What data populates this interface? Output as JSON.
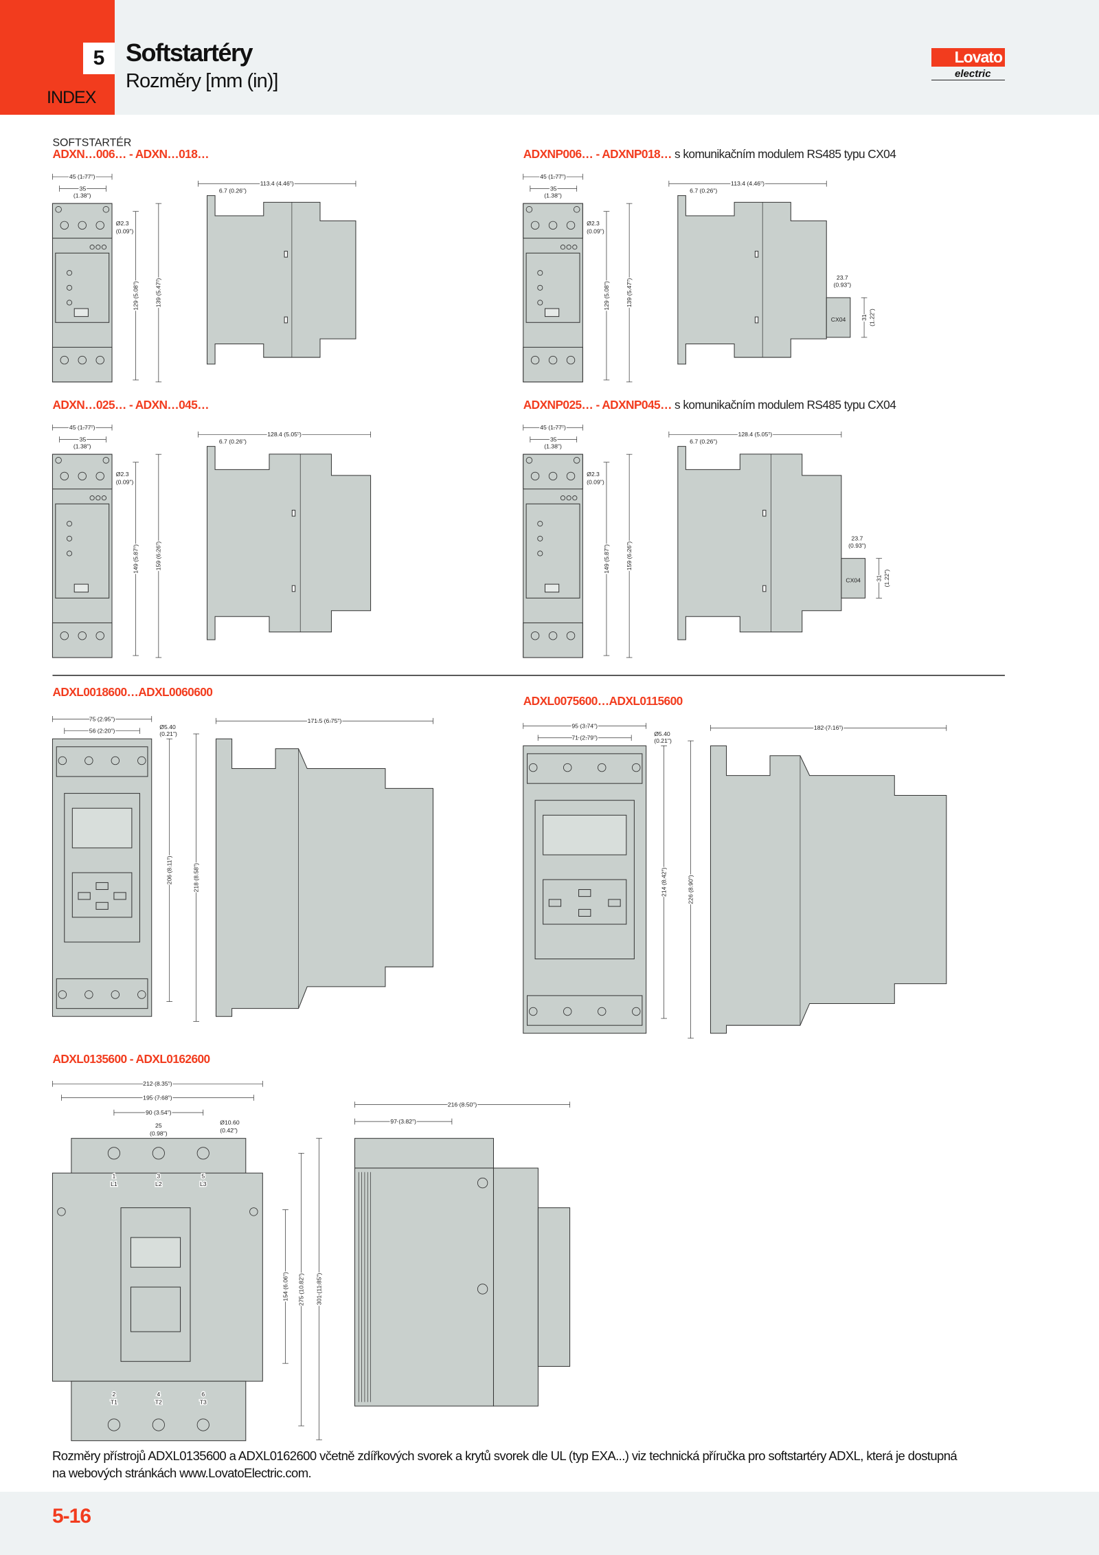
{
  "header": {
    "section_number": "5",
    "title": "Softstartéry",
    "subtitle": "Rozměry [mm (in)]",
    "index_label": "INDEX",
    "logo_brand": "Lovato",
    "logo_sub": "electric"
  },
  "category_label": "SOFTSTARTÉR",
  "sections": [
    {
      "title_red": "ADXN…006… - ADXN…018…",
      "title_black": "",
      "dims": {
        "w_total": "45 (1.77\")",
        "w_mount": "35",
        "w_mount_in": "(1.38\")",
        "hole": "Ø2.3",
        "hole_in": "(0.09\")",
        "h_mount": "129 (5.08\")",
        "h_total": "139 (5.47\")",
        "depth": "113.4 (4.46\")",
        "rail": "6.7 (0.26\")"
      }
    },
    {
      "title_red": "ADXNP006… - ADXNP018…",
      "title_black": " s komunikačním modulem RS485 typu CX04",
      "module": "CX04",
      "dims": {
        "w_total": "45 (1.77\")",
        "w_mount": "35",
        "w_mount_in": "(1.38\")",
        "hole": "Ø2.3",
        "hole_in": "(0.09\")",
        "h_mount": "129 (5.08\")",
        "h_total": "139 (5.47\")",
        "depth": "113.4 (4.46\")",
        "rail": "6.7 (0.26\")",
        "mod_w": "23.7",
        "mod_w_in": "(0.93\")",
        "mod_h": "31",
        "mod_h_in": "(1.22\")"
      }
    },
    {
      "title_red": "ADXN…025… - ADXN…045…",
      "title_black": "",
      "dims": {
        "w_total": "45 (1.77\")",
        "w_mount": "35",
        "w_mount_in": "(1.38\")",
        "hole": "Ø2.3",
        "hole_in": "(0.09\")",
        "h_mount": "149 (5.87\")",
        "h_total": "159 (6.26\")",
        "depth": "128.4 (5.05\")",
        "rail": "6.7 (0.26\")"
      }
    },
    {
      "title_red": "ADXNP025… - ADXNP045…",
      "title_black": " s komunikačním modulem RS485 typu CX04",
      "module": "CX04",
      "dims": {
        "w_total": "45 (1.77\")",
        "w_mount": "35",
        "w_mount_in": "(1.38\")",
        "hole": "Ø2.3",
        "hole_in": "(0.09\")",
        "h_mount": "149 (5.87\")",
        "h_total": "159 (6.26\")",
        "depth": "128.4 (5.05\")",
        "rail": "6.7 (0.26\")",
        "mod_w": "23.7",
        "mod_w_in": "(0.93\")",
        "mod_h": "31",
        "mod_h_in": "(1.22\")"
      }
    },
    {
      "title_red": "ADXL0018600…ADXL0060600",
      "title_black": "",
      "dims": {
        "w_total": "75 (2.95\")",
        "w_mount": "56 (2.20\")",
        "hole": "Ø5.40",
        "hole_in": "(0.21\")",
        "h_mount": "206 (8.11\")",
        "h_total": "218 (8.58\")",
        "depth": "171.5 (6.75\")"
      }
    },
    {
      "title_red": "ADXL0075600…ADXL0115600",
      "title_black": "",
      "dims": {
        "w_total": "95 (3.74\")",
        "w_mount": "71 (2.79\")",
        "hole": "Ø5.40",
        "hole_in": "(0.21\")",
        "h_mount": "214 (8.42\")",
        "h_total": "226 (8.90\")",
        "depth": "182 (7.16\")"
      }
    },
    {
      "title_red": "ADXL0135600 - ADXL0162600",
      "title_black": "",
      "dims": {
        "w_total": "212 (8.35\")",
        "w_mount": "195 (7.68\")",
        "pitch": "90 (3.54\")",
        "bar": "25",
        "bar_in": "(0.98\")",
        "hole": "Ø10.60",
        "hole_in": "(0.42\")",
        "h_a": "154 (6.06\")",
        "h_b": "275 (10.82\")",
        "h_c": "301 (11.85\")",
        "depth": "216 (8.50\")",
        "depth_b": "97 (3.82\")"
      },
      "terminals_in": [
        "1",
        "3",
        "5"
      ],
      "labels_in": [
        "L1",
        "L2",
        "L3"
      ],
      "terminals_out": [
        "2",
        "4",
        "6"
      ],
      "labels_out": [
        "T1",
        "T2",
        "T3"
      ]
    }
  ],
  "footer_note": {
    "line1": "Rozměry přístrojů ADXL0135600 a ADXL0162600 včetně zdířkových svorek a krytů svorek dle UL (typ EXA...) viz technická příručka pro softstartéry ADXL, která je dostupná",
    "line2": "na webových stránkách www.LovatoElectric.com."
  },
  "page_number": "5-16",
  "colors": {
    "accent": "#f23c1e",
    "device_fill": "#c9d0cd",
    "band": "#eef2f3"
  }
}
